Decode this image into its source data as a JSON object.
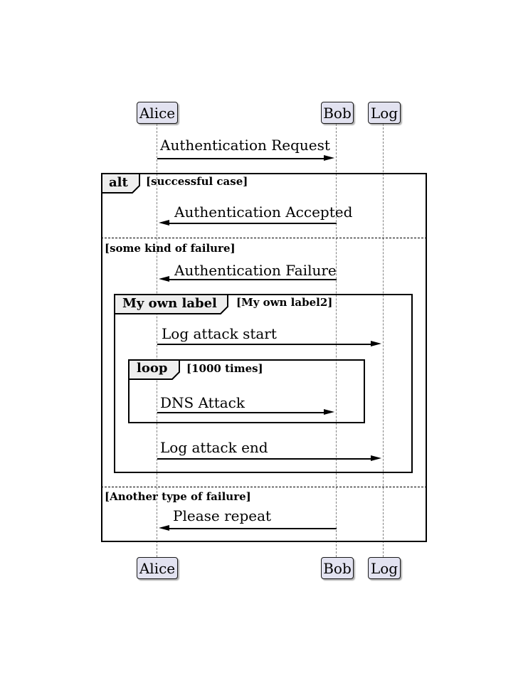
{
  "diagram": {
    "type": "uml-sequence",
    "participants": [
      {
        "name": "Alice"
      },
      {
        "name": "Bob"
      },
      {
        "name": "Log"
      }
    ],
    "messages": [
      {
        "from": "Alice",
        "to": "Bob",
        "text": "Authentication Request"
      },
      {
        "from": "Bob",
        "to": "Alice",
        "text": "Authentication Accepted"
      },
      {
        "from": "Bob",
        "to": "Alice",
        "text": "Authentication Failure"
      },
      {
        "from": "Alice",
        "to": "Log",
        "text": "Log attack start"
      },
      {
        "from": "Alice",
        "to": "Bob",
        "text": "DNS Attack"
      },
      {
        "from": "Alice",
        "to": "Log",
        "text": "Log attack end"
      },
      {
        "from": "Bob",
        "to": "Alice",
        "text": "Please repeat"
      }
    ],
    "frames": {
      "alt": {
        "label": "alt",
        "sections": [
          {
            "guard": "[successful case]"
          },
          {
            "guard": "[some kind of failure]"
          },
          {
            "guard": "[Another type of failure]"
          }
        ]
      },
      "group": {
        "label": "My own label",
        "guard": "[My own label2]"
      },
      "loop": {
        "label": "loop",
        "guard": "[1000 times]"
      }
    },
    "colors": {
      "participant_fill": "#E2E2F0",
      "participant_border": "#181818",
      "tab_fill": "#EEEEEE",
      "frame_border": "#000000",
      "lifeline": "#818181",
      "text": "#000000",
      "background": "#FFFFFF"
    }
  }
}
